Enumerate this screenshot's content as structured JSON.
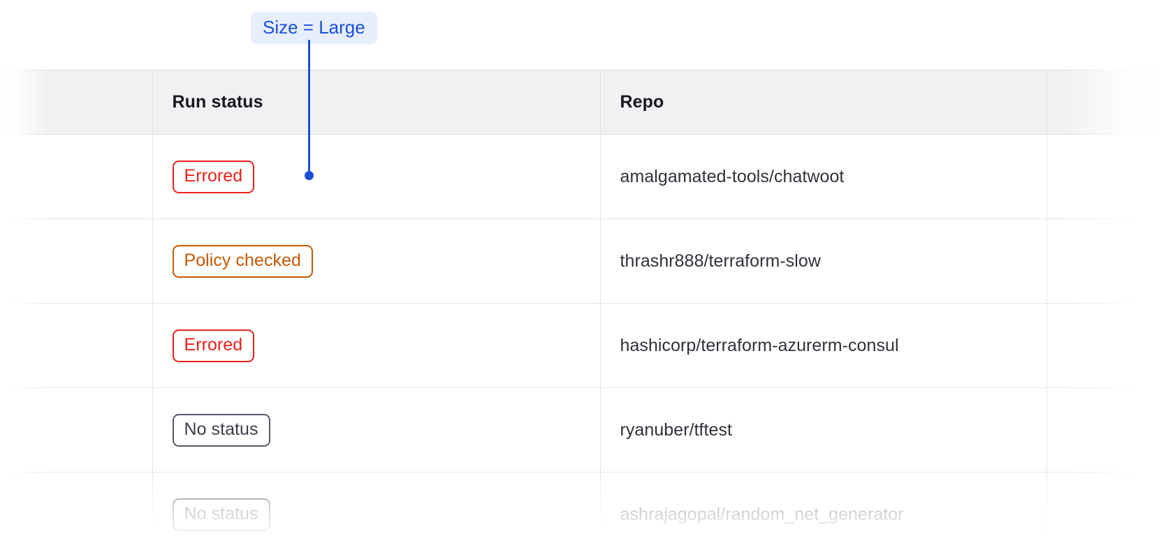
{
  "annotation": {
    "label": "Size = Large",
    "accent_color": "#1b4fd8",
    "background_color": "#e7effd",
    "connector": "callout-connector-line",
    "anchor": "callout-anchor-dot"
  },
  "table": {
    "columns": [
      {
        "key": "gutter",
        "label": ""
      },
      {
        "key": "run_status",
        "label": "Run status"
      },
      {
        "key": "repo",
        "label": "Repo"
      },
      {
        "key": "tail",
        "label": ""
      }
    ],
    "header_background": "#f1f1f3",
    "rows": [
      {
        "status": "Errored",
        "status_kind": "errored",
        "repo": "amalgamated-tools/chatwoot",
        "faded": false
      },
      {
        "status": "Policy checked",
        "status_kind": "policy",
        "repo": "thrashr888/terraform-slow",
        "faded": false
      },
      {
        "status": "Errored",
        "status_kind": "errored",
        "repo": "hashicorp/terraform-azurerm-consul",
        "faded": false
      },
      {
        "status": "No status",
        "status_kind": "none",
        "repo": "ryanuber/tftest",
        "faded": false
      },
      {
        "status": "No status",
        "status_kind": "none",
        "repo": "ashrajagopal/random_net_generator",
        "faded": true
      }
    ]
  },
  "status_colors": {
    "errored": "#e8221b",
    "policy": "#c35a06",
    "none": "#555a66"
  }
}
